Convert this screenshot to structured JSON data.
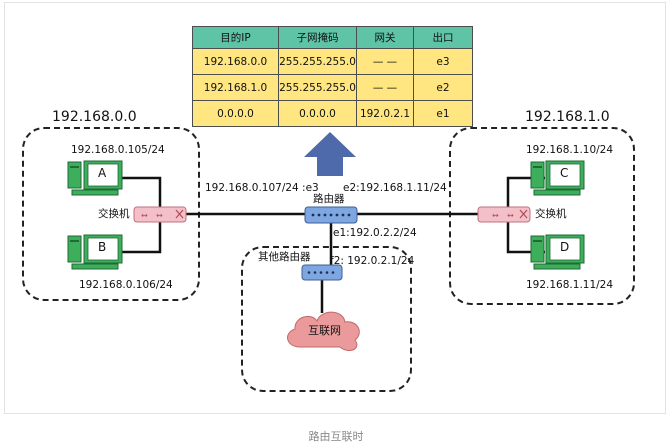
{
  "route_table": {
    "headers": [
      "目的IP",
      "子网掩码",
      "网关",
      "出口"
    ],
    "rows": [
      [
        "192.168.0.0",
        "255.255.255.0",
        "— —",
        "e3"
      ],
      [
        "192.168.1.0",
        "255.255.255.0",
        "— —",
        "e2"
      ],
      [
        "0.0.0.0",
        "0.0.0.0",
        "192.0.2.1",
        "e1"
      ]
    ]
  },
  "left_network": {
    "subnet": "192.168.0.0",
    "host_a": {
      "name": "A",
      "ip": "192.168.0.105/24"
    },
    "host_b": {
      "name": "B",
      "ip": "192.168.0.106/24"
    },
    "switch_label": "交换机"
  },
  "right_network": {
    "subnet": "192.168.1.0",
    "host_c": {
      "name": "C",
      "ip": "192.168.1.10/24"
    },
    "host_d": {
      "name": "D",
      "ip": "192.168.1.11/24"
    },
    "switch_label": "交换机"
  },
  "router": {
    "label": "路由器",
    "e3": "192.168.0.107/24 :e3",
    "e2": "e2:192.168.1.11/24",
    "e1": "e1:192.0.2.2/24"
  },
  "other_router": {
    "label": "其他路由器",
    "f2": "f2: 192.0.2.1/24"
  },
  "internet_label": "互联网",
  "caption": "路由互联时",
  "colors": {
    "table_header": "#5ec4a5",
    "table_cell": "#ffe680",
    "router": "#7ea6e0",
    "switch": "#f3c0c8",
    "cloud": "#ea9a9a",
    "computer": "#3dae5c",
    "arrow": "#4f6aaa"
  }
}
